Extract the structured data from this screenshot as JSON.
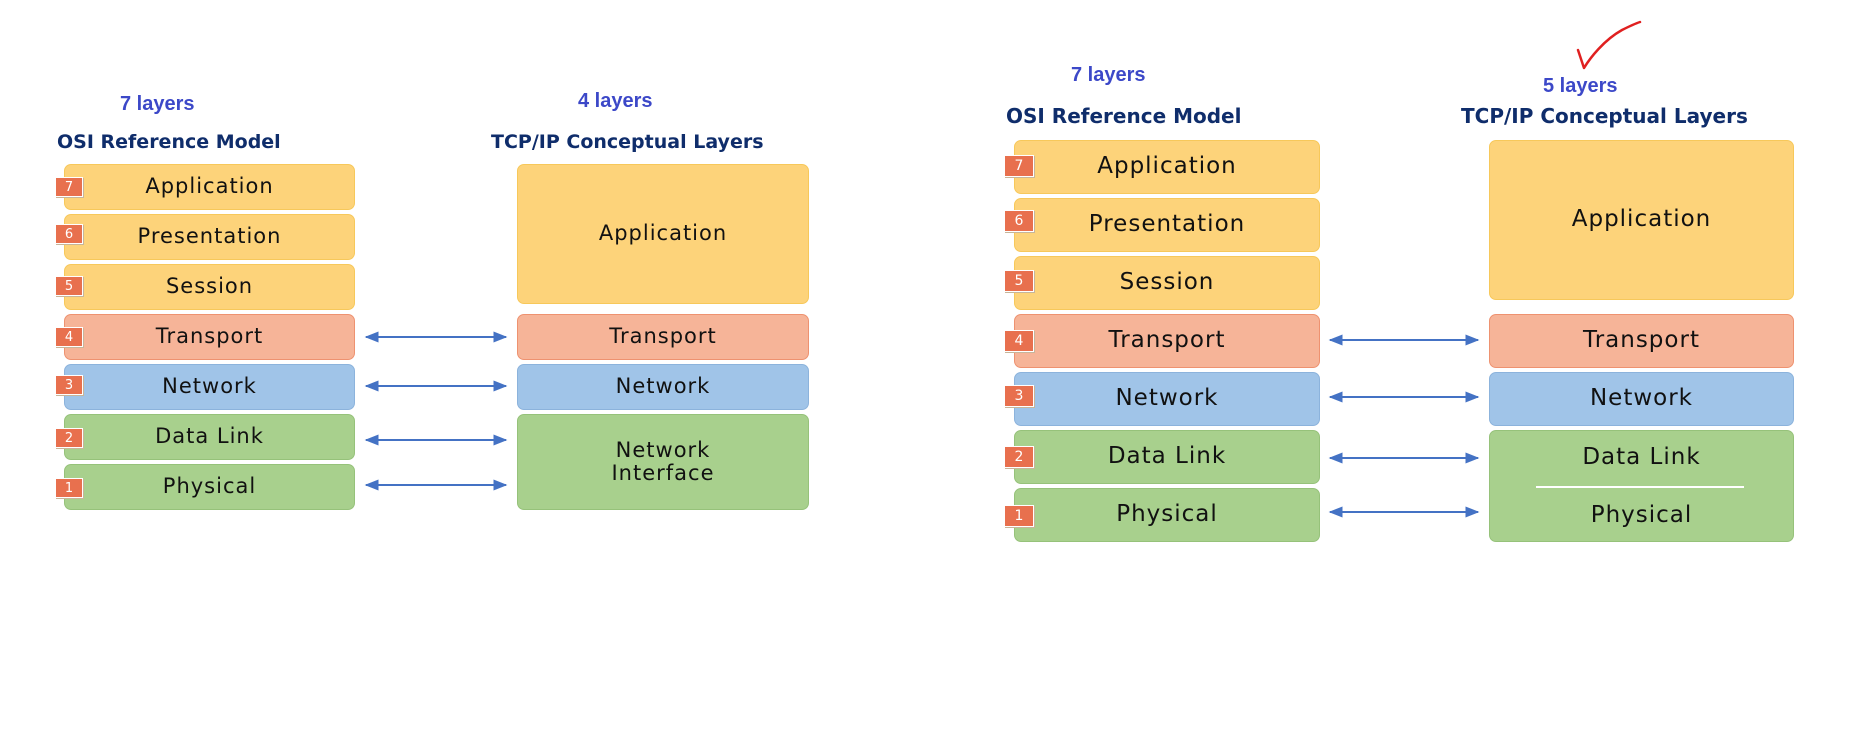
{
  "diagram1": {
    "osi_count_label": "7 layers",
    "osi_title": "OSI Reference Model",
    "tcp_count_label": "4 layers",
    "tcp_title": "TCP/IP Conceptual Layers",
    "osi_layers": [
      {
        "num": "7",
        "label": "Application"
      },
      {
        "num": "6",
        "label": "Presentation"
      },
      {
        "num": "5",
        "label": "Session"
      },
      {
        "num": "4",
        "label": "Transport"
      },
      {
        "num": "3",
        "label": "Network"
      },
      {
        "num": "2",
        "label": "Data Link"
      },
      {
        "num": "1",
        "label": "Physical"
      }
    ],
    "tcp_layers": [
      {
        "label": "Application"
      },
      {
        "label": "Transport"
      },
      {
        "label": "Network"
      },
      {
        "label_line1": "Network",
        "label_line2": "Interface"
      }
    ]
  },
  "diagram2": {
    "osi_count_label": "7 layers",
    "osi_title": "OSI Reference Model",
    "tcp_count_label": "5 layers",
    "tcp_title": "TCP/IP Conceptual Layers",
    "osi_layers": [
      {
        "num": "7",
        "label": "Application"
      },
      {
        "num": "6",
        "label": "Presentation"
      },
      {
        "num": "5",
        "label": "Session"
      },
      {
        "num": "4",
        "label": "Transport"
      },
      {
        "num": "3",
        "label": "Network"
      },
      {
        "num": "2",
        "label": "Data Link"
      },
      {
        "num": "1",
        "label": "Physical"
      }
    ],
    "tcp_layers": [
      {
        "label": "Application"
      },
      {
        "label": "Transport"
      },
      {
        "label": "Network"
      },
      {
        "label": "Data Link"
      },
      {
        "label": "Physical"
      }
    ]
  },
  "colors": {
    "application": "#fdd37a",
    "transport": "#f6b498",
    "network": "#a0c4e8",
    "link": "#a8d08d",
    "badge": "#e8704e",
    "count_label": "#3c48c8",
    "title": "#0f2d6b",
    "arrow": "#4472c4",
    "checkmark": "#e02020"
  },
  "icons": {
    "arrow": "double-headed-arrow-icon",
    "check": "checkmark-icon"
  }
}
